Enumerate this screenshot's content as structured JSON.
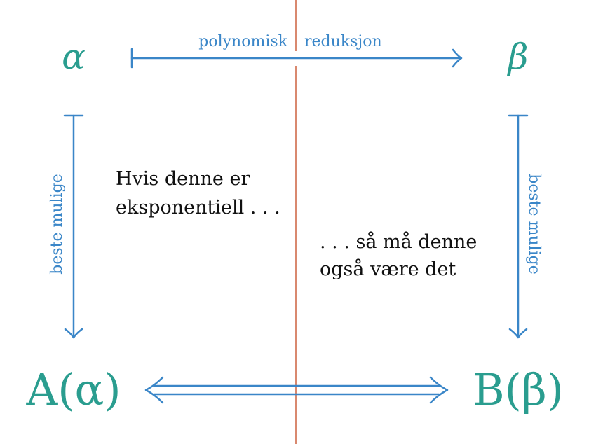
{
  "nodes": {
    "alpha": "α",
    "beta": "β",
    "a_of_alpha": "A(α)",
    "b_of_beta": "B(β)"
  },
  "labels": {
    "top_left": "polynomisk",
    "top_right": "reduksjon",
    "left_side": "beste mulige",
    "right_side": "beste mulige"
  },
  "text": {
    "left_line1": "Hvis denne er",
    "left_line2": "eksponentiell . . .",
    "right_line1": ". . . så må denne",
    "right_line2": "også være det"
  },
  "colors": {
    "node": "#2a9d8f",
    "arrow": "#3a86c8",
    "divider": "#d9896f"
  }
}
